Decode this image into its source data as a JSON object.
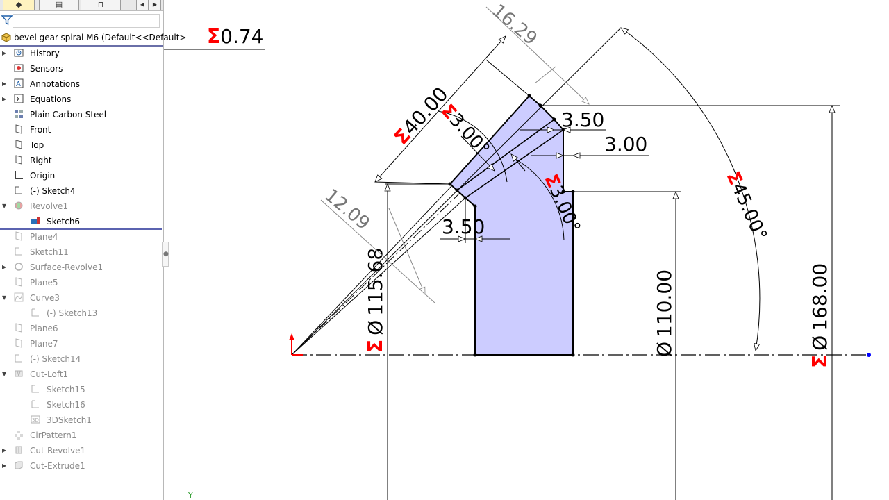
{
  "feature_tree": {
    "root_label": "bevel gear-spiral M6  (Default<<Default>",
    "items": [
      {
        "label": "History",
        "icon": "history-icon",
        "arrow": true,
        "level": 1,
        "state": "normal"
      },
      {
        "label": "Sensors",
        "icon": "sensors-icon",
        "arrow": false,
        "level": 1,
        "state": "normal"
      },
      {
        "label": "Annotations",
        "icon": "annotations-icon",
        "arrow": true,
        "level": 1,
        "state": "normal"
      },
      {
        "label": "Equations",
        "icon": "equations-icon",
        "arrow": true,
        "level": 1,
        "state": "normal"
      },
      {
        "label": "Plain Carbon Steel",
        "icon": "material-icon",
        "arrow": false,
        "level": 1,
        "state": "normal"
      },
      {
        "label": "Front",
        "icon": "plane-icon",
        "arrow": false,
        "level": 1,
        "state": "normal"
      },
      {
        "label": "Top",
        "icon": "plane-icon",
        "arrow": false,
        "level": 1,
        "state": "normal"
      },
      {
        "label": "Right",
        "icon": "plane-icon",
        "arrow": false,
        "level": 1,
        "state": "normal"
      },
      {
        "label": "Origin",
        "icon": "origin-icon",
        "arrow": false,
        "level": 1,
        "state": "normal"
      },
      {
        "label": "(-) Sketch4",
        "icon": "sketch-icon",
        "arrow": false,
        "level": 1,
        "state": "normal"
      },
      {
        "label": "Revolve1",
        "icon": "revolve-icon",
        "arrow": true,
        "level": 1,
        "state": "disabled"
      },
      {
        "label": "Sketch6",
        "icon": "active-sketch-icon",
        "arrow": false,
        "level": 2,
        "state": "normal"
      },
      {
        "label": "Plane4",
        "icon": "plane-icon",
        "arrow": false,
        "level": 1,
        "state": "disabled"
      },
      {
        "label": "Sketch11",
        "icon": "sketch-icon",
        "arrow": false,
        "level": 1,
        "state": "disabled"
      },
      {
        "label": "Surface-Revolve1",
        "icon": "surface-revolve-icon",
        "arrow": true,
        "level": 1,
        "state": "disabled"
      },
      {
        "label": "Plane5",
        "icon": "plane-icon",
        "arrow": false,
        "level": 1,
        "state": "disabled"
      },
      {
        "label": "Curve3",
        "icon": "curve-icon",
        "arrow": true,
        "level": 1,
        "state": "disabled"
      },
      {
        "label": "(-) Sketch13",
        "icon": "sketch-icon",
        "arrow": false,
        "level": 2,
        "state": "disabled"
      },
      {
        "label": "Plane6",
        "icon": "plane-icon",
        "arrow": false,
        "level": 1,
        "state": "disabled"
      },
      {
        "label": "Plane7",
        "icon": "plane-icon",
        "arrow": false,
        "level": 1,
        "state": "disabled"
      },
      {
        "label": "(-) Sketch14",
        "icon": "sketch-icon",
        "arrow": false,
        "level": 1,
        "state": "disabled"
      },
      {
        "label": "Cut-Loft1",
        "icon": "cut-loft-icon",
        "arrow": true,
        "level": 1,
        "state": "disabled"
      },
      {
        "label": "Sketch15",
        "icon": "sketch-icon",
        "arrow": false,
        "level": 2,
        "state": "disabled"
      },
      {
        "label": "Sketch16",
        "icon": "sketch-icon",
        "arrow": false,
        "level": 2,
        "state": "disabled"
      },
      {
        "label": "3DSketch1",
        "icon": "3dsketch-icon",
        "arrow": false,
        "level": 2,
        "state": "disabled"
      },
      {
        "label": "CirPattern1",
        "icon": "circular-pattern-icon",
        "arrow": false,
        "level": 1,
        "state": "disabled"
      },
      {
        "label": "Cut-Revolve1",
        "icon": "cut-revolve-icon",
        "arrow": true,
        "level": 1,
        "state": "disabled"
      },
      {
        "label": "Cut-Extrude1",
        "icon": "cut-extrude-icon",
        "arrow": true,
        "level": 1,
        "state": "disabled"
      }
    ]
  },
  "sketch": {
    "dimensions": {
      "top_left": "0.74",
      "chamfer_top": "16.29",
      "slant_length": "40.00",
      "angle_small_a": "3.00°",
      "width_top": "3.50",
      "offset_right": "3.00",
      "angle_small_b": "3.00°",
      "chamfer_ref": "12.09",
      "width_step": "3.50",
      "dia_inner": "115.68",
      "dia_mid": "110.00",
      "angle_main": "45.00°",
      "dia_outer": "168.00"
    },
    "sigma_symbol": "Σ",
    "diameter_symbol": "Ø",
    "axis_label": "Y",
    "colors": {
      "profile_fill": "#ccccff",
      "driven_mark": "#ff0000",
      "point": "#0000ff"
    }
  }
}
